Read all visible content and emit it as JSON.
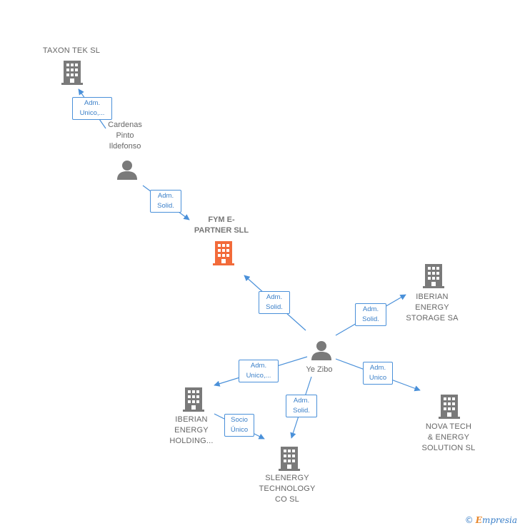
{
  "nodes": {
    "taxon": "TAXON TEK  SL",
    "cardenas": "Cardenas\nPinto\nIldefonso",
    "fym": "FYM E-\nPARTNER  SLL",
    "iberian_storage": "IBERIAN\nENERGY\nSTORAGE SA",
    "ye_zibo": "Ye Zibo",
    "iberian_holding": "IBERIAN\nENERGY\nHOLDING...",
    "nova_tech": "NOVA TECH\n& ENERGY\nSOLUTION  SL",
    "slenergy": "SLENERGY\nTECHNOLOGY\nCO  SL"
  },
  "edges": {
    "cardenas_taxon": "Adm.\nUnico,...",
    "cardenas_fym": "Adm.\nSolid.",
    "ye_fym": "Adm.\nSolid.",
    "ye_storage": "Adm.\nSolid.",
    "ye_holding": "Adm.\nUnico,...",
    "ye_nova": "Adm.\nUnico",
    "ye_slenergy": "Adm.\nSolid.",
    "holding_slenergy": "Socio\nÚnico"
  },
  "colors": {
    "building": "#7a7a7a",
    "focus_building": "#f26b3a",
    "person": "#7a7a7a",
    "edge": "#4a90d9"
  },
  "footer": {
    "copyright_symbol": "©",
    "brand_first": "E",
    "brand_rest": "mpresia"
  }
}
